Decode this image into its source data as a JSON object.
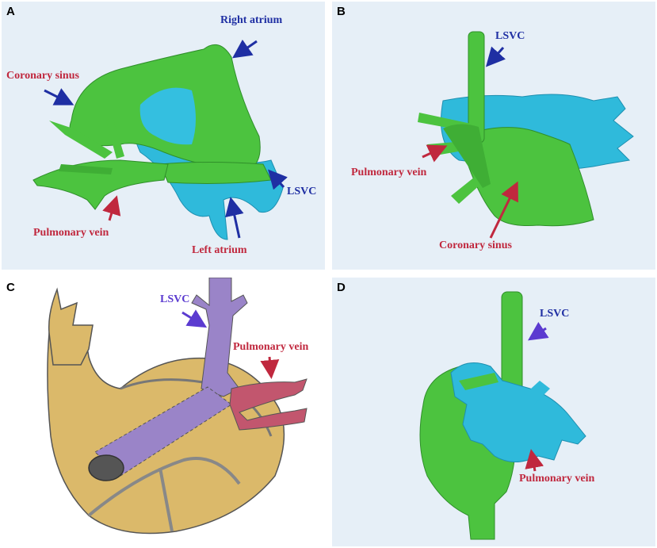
{
  "panels": {
    "a": {
      "letter": "A",
      "labels": {
        "right_atrium": "Right atrium",
        "coronary_sinus": "Coronary sinus",
        "lsvc": "LSVC",
        "pulmonary_vein": "Pulmonary vein",
        "left_atrium": "Left atrium"
      }
    },
    "b": {
      "letter": "B",
      "labels": {
        "lsvc": "LSVC",
        "pulmonary_vein": "Pulmonary vein",
        "coronary_sinus": "Coronary sinus"
      }
    },
    "c": {
      "letter": "C",
      "labels": {
        "lsvc": "LSVC",
        "pulmonary_vein": "Pulmonary vein"
      }
    },
    "d": {
      "letter": "D",
      "labels": {
        "lsvc": "LSVC",
        "pulmonary_vein": "Pulmonary vein"
      }
    }
  },
  "colors": {
    "panel_bg": "#e6eff7",
    "green": "#4cc33f",
    "cyan": "#2fbadb",
    "tan": "#dbb96a",
    "purple": "#9a84c8",
    "vein_red": "#c2566e",
    "arrow_blue": "#1f2fa3",
    "arrow_red": "#c0283e",
    "arrow_purple": "#5b3bd0"
  }
}
